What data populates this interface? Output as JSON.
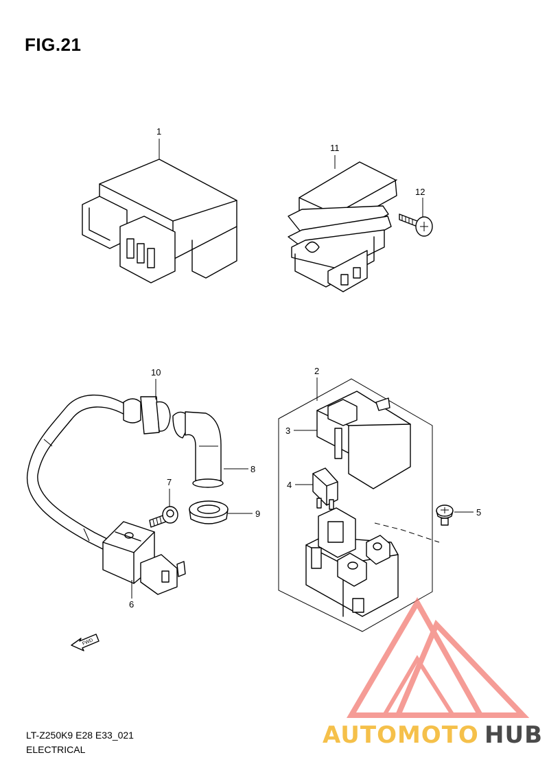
{
  "figure": {
    "title": "FIG.21"
  },
  "footer": {
    "code": "LT-Z250K9 E28 E33_021",
    "section": "ELECTRICAL"
  },
  "callouts": [
    "1",
    "2",
    "3",
    "4",
    "5",
    "6",
    "7",
    "8",
    "9",
    "10",
    "11",
    "12"
  ],
  "direction_marker": {
    "label": "FWD"
  },
  "watermark": {
    "text_part1": "AUTOMOTO",
    "text_part2": "HUB",
    "color_primary": "#f2736b",
    "color_secondary": "#f5c04a",
    "color_dark": "#4a4a4a"
  }
}
